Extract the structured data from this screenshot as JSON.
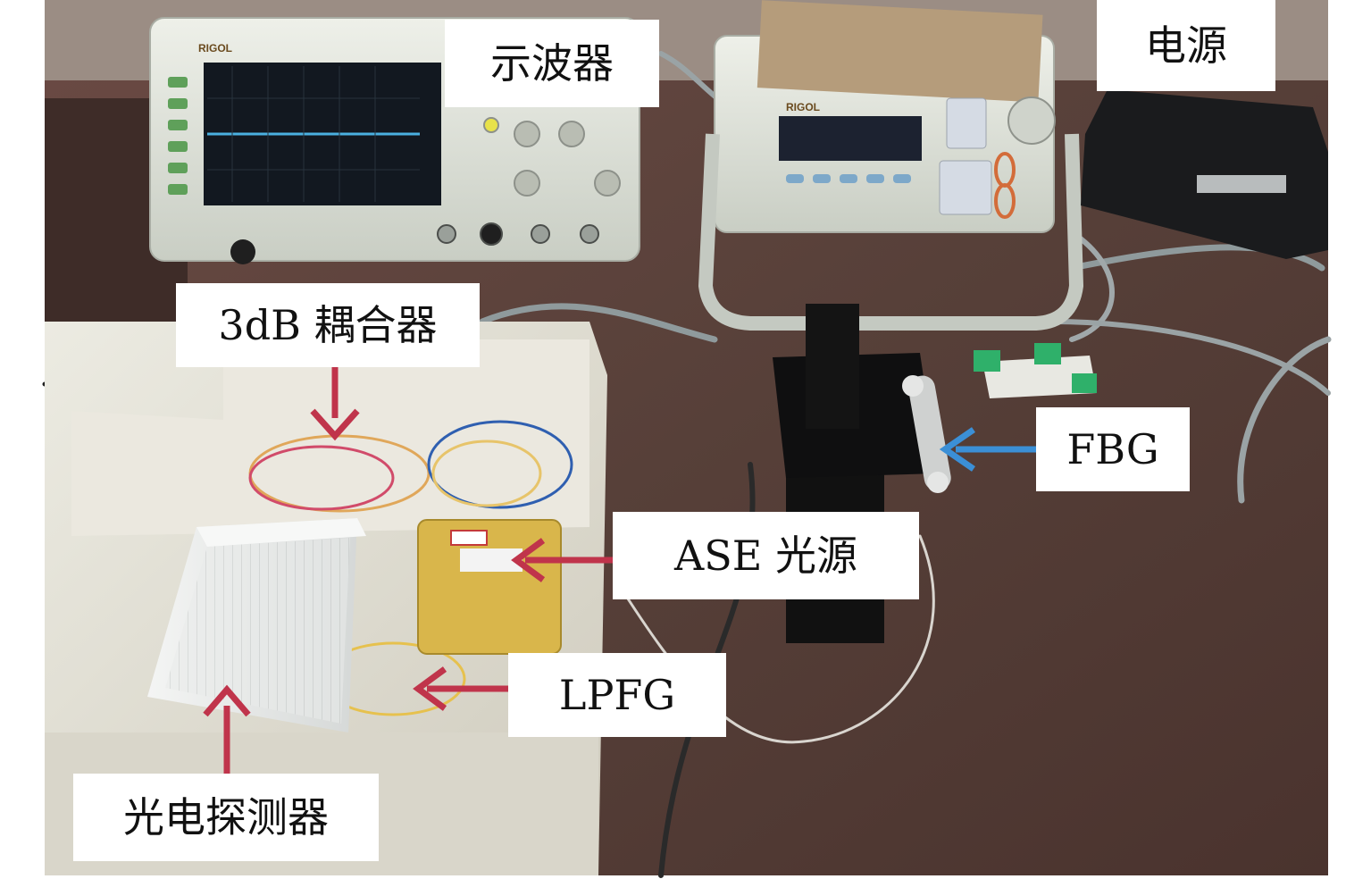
{
  "labels": {
    "oscilloscope": "示波器",
    "power_supply": "电源",
    "coupler": "3dB 耦合器",
    "fbg": "FBG",
    "ase_source": "ASE 光源",
    "lpfg": "LPFG",
    "photodetector": "光电探测器"
  },
  "brand_text": {
    "oscilloscope_brand": "RIGOL",
    "generator_brand": "RIGOL"
  },
  "colors": {
    "table": "#5a3b36",
    "arrow_red": "#c0344b",
    "arrow_blue": "#3b8fd6",
    "instrument": "#dfe3da",
    "box": "#e6e3d8"
  },
  "icons": {
    "coupler_arrow": "arrow-down-icon",
    "ase_arrow": "arrow-left-icon",
    "lpfg_arrow": "arrow-left-icon",
    "photodetector_arrow": "arrow-up-icon",
    "fbg_arrow": "arrow-left-icon"
  }
}
